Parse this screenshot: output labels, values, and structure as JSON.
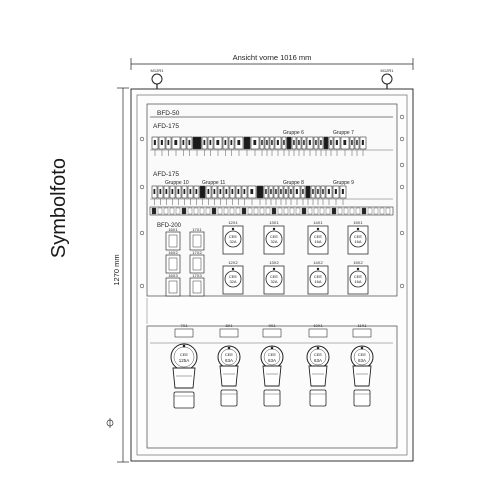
{
  "side_title": "Symbolfoto",
  "dimensions": {
    "width_label": "Ansicht vorne 1016 mm",
    "height_label": "1270 mm"
  },
  "eyebolts": [
    "M12R1",
    "M12R1"
  ],
  "rails": {
    "bfd50": "BFD-50",
    "afd175_top": "AFD-175",
    "afd175_bottom": "AFD-175",
    "bfd200": "BFD-200"
  },
  "groups": {
    "row1": [
      "Gruppe 6",
      "Gruppe 7"
    ],
    "row2": [
      "Gruppe 10",
      "Gruppe 11",
      "Gruppe 8",
      "Gruppe 9"
    ]
  },
  "socket_modules": [
    {
      "top": "16X1",
      "bottom": "16X2"
    },
    {
      "top": "17X1",
      "bottom": "17X2"
    },
    {
      "top": "16X3",
      "bottom": "17X3"
    }
  ],
  "cee_32a": [
    {
      "tag": "12X1",
      "label": "CEE",
      "rating": "32A"
    },
    {
      "tag": "13X1",
      "label": "CEE",
      "rating": "32A"
    },
    {
      "tag": "12X2",
      "label": "CEE",
      "rating": "32A"
    },
    {
      "tag": "13X2",
      "label": "CEE",
      "rating": "32A"
    }
  ],
  "cee_16a": [
    {
      "tag": "14X1",
      "label": "CEE",
      "rating": "16A"
    },
    {
      "tag": "15X1",
      "label": "CEE",
      "rating": "16A"
    },
    {
      "tag": "14X2",
      "label": "CEE",
      "rating": "16A"
    },
    {
      "tag": "15X2",
      "label": "CEE",
      "rating": "16A"
    }
  ],
  "large_sockets": [
    {
      "tag": "7X1",
      "label": "CEE",
      "rating": "125A"
    },
    {
      "tag": "8X1",
      "label": "CEE",
      "rating": "63A"
    },
    {
      "tag": "9X1",
      "label": "CEE",
      "rating": "63A"
    },
    {
      "tag": "10X1",
      "label": "CEE",
      "rating": "63A"
    },
    {
      "tag": "11X1",
      "label": "CEE",
      "rating": "63A"
    }
  ]
}
